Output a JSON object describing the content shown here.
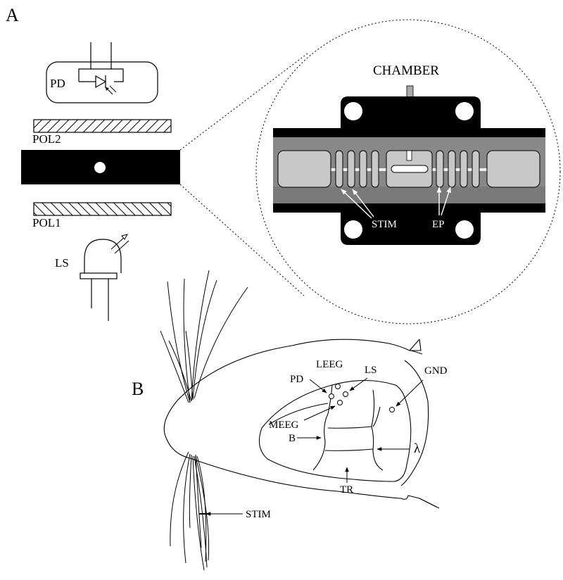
{
  "panel_a": {
    "letter": "A",
    "pd_label": "PD",
    "pol2_label": "POL2",
    "pol1_label": "POL1",
    "ls_label": "LS",
    "chamber_label": "CHAMBER",
    "stim_label": "STIM",
    "ep_label": "EP"
  },
  "panel_b": {
    "letter": "B",
    "leeg_label": "LEEG",
    "pd_label": "PD",
    "ls_label": "LS",
    "gnd_label": "GND",
    "meeg_label": "MEEG",
    "b_label": "B",
    "lambda_label": "λ",
    "tr_label": "TR",
    "stim_label": "STIM"
  }
}
